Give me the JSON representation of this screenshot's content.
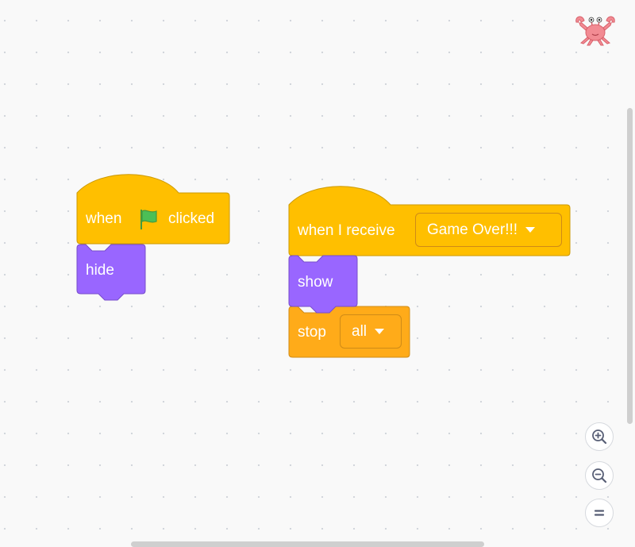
{
  "colors": {
    "events": "#ffbf00",
    "events_border": "#cc9900",
    "looks": "#9966ff",
    "looks_border": "#774dcb",
    "control": "#ffab19",
    "control_border": "#cf8b17",
    "flag": "#4cbf56"
  },
  "scripts": [
    {
      "hat": {
        "label_before": "when",
        "icon": "green-flag-icon",
        "label_after": "clicked"
      },
      "blocks": [
        {
          "label": "hide"
        }
      ]
    },
    {
      "hat": {
        "label": "when I receive",
        "dropdown": "Game Over!!!"
      },
      "blocks": [
        {
          "label": "show"
        },
        {
          "label": "stop",
          "dropdown": "all"
        }
      ]
    }
  ],
  "sprite": {
    "icon": "crab-sprite-icon"
  },
  "zoom_controls": [
    "zoom-in-icon",
    "zoom-out-icon",
    "zoom-reset-icon"
  ]
}
